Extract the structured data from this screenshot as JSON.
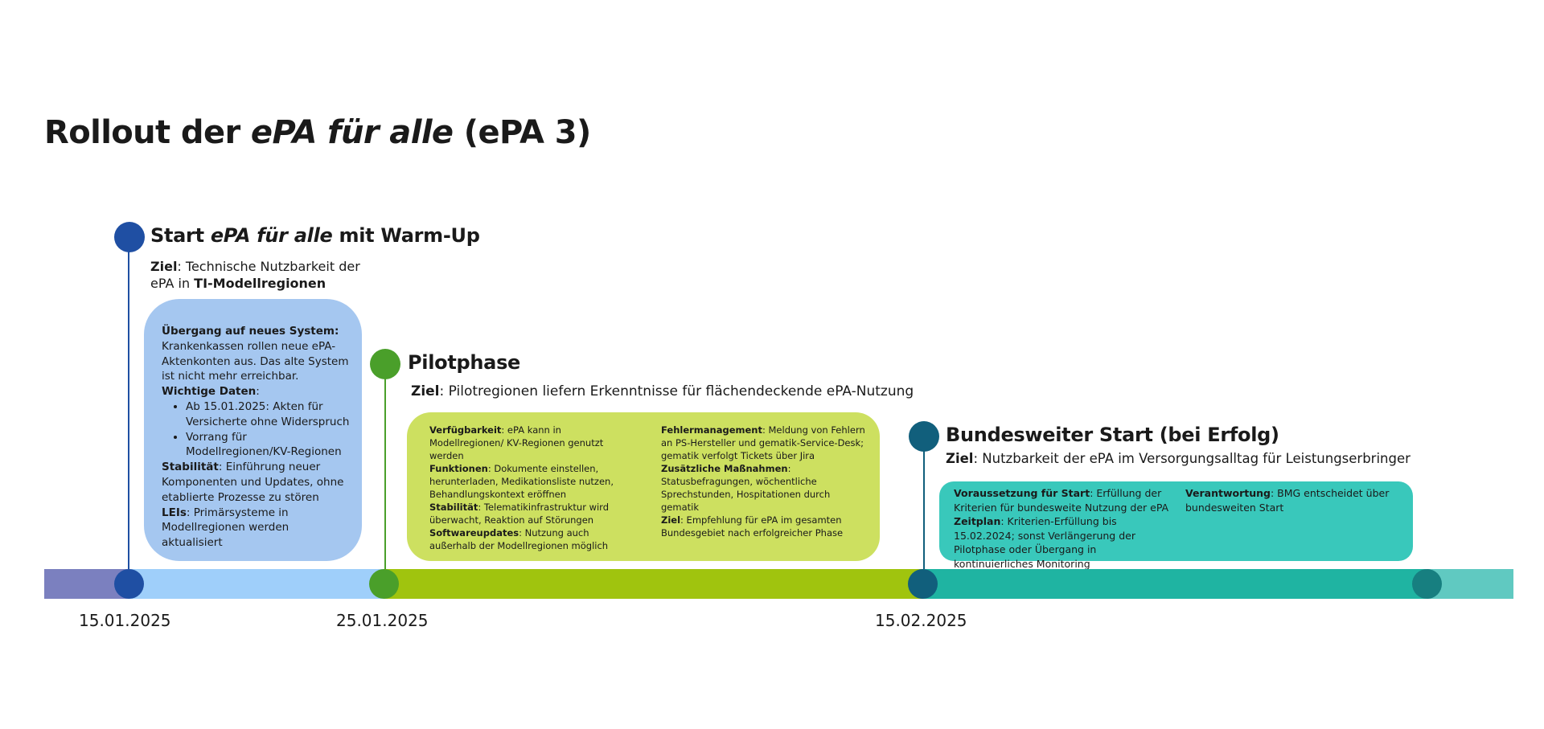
{
  "title": {
    "before": "Rollout der ",
    "italic": "ePA für alle",
    "after": " (ePA 3)"
  },
  "colors": {
    "phase1_dark": "#1f4fa3",
    "phase1_box": "#a5c7f0",
    "phase2_dark": "#4a9f2a",
    "phase2_box": "#cde060",
    "phase3_dark": "#115f7c",
    "phase3_box": "#39c8bb",
    "bar_left": "#7b80bf",
    "bar_phase1": "#9fcffa",
    "bar_phase2": "#a0c40e",
    "bar_phase3": "#1fb4a2",
    "bar_end": "#60c9c1",
    "end_dot": "#177f80"
  },
  "phase1": {
    "title_before": "Start ",
    "title_italic": "ePA für alle",
    "title_after": " mit Warm-Up",
    "goal_label": "Ziel",
    "goal_text_1": ": Technische Nutzbarkeit der",
    "goal_text_2": "ePA in ",
    "goal_bold": "TI-Modellregionen",
    "box": {
      "transition_label": "Übergang auf neues System:",
      "transition_text": "Krankenkassen rollen neue ePA-Aktenkonten aus. Das alte System ist nicht mehr erreichbar.",
      "dates_label": "Wichtige Daten",
      "dates_colon": ":",
      "bullets": [
        "Ab 15.01.2025: Akten für Versicherte ohne Widerspruch",
        "Vorrang für Modellregionen/KV-Regionen"
      ],
      "stability_label": "Stabilität",
      "stability_text": ": Einführung neuer Komponenten und Updates, ohne etablierte Prozesse zu stören",
      "leis_label": "LEIs",
      "leis_text": ": Primärsysteme in Modellregionen werden aktualisiert"
    }
  },
  "phase2": {
    "title": "Pilotphase",
    "goal_label": "Ziel",
    "goal_text": ": Pilotregionen liefern Erkenntnisse für flächendeckende ePA-Nutzung",
    "box": {
      "left": [
        {
          "label": "Verfügbarkeit",
          "text": ": ePA kann in Modellregionen/ KV-Regionen genutzt werden"
        },
        {
          "label": "Funktionen",
          "text": ": Dokumente einstellen, herunterladen, Medikationsliste nutzen, Behandlungskontext eröffnen"
        },
        {
          "label": "Stabilität",
          "text": ": Telematikinfrastruktur wird überwacht, Reaktion auf Störungen"
        },
        {
          "label": "Softwareupdates",
          "text": ": Nutzung auch außerhalb der Modellregionen möglich"
        }
      ],
      "right": [
        {
          "label": "Fehlermanagement",
          "text": ": Meldung von Fehlern an PS-Hersteller und gematik-Service-Desk; gematik verfolgt Tickets über Jira"
        },
        {
          "label": "Zusätzliche Maßnahmen",
          "text": ": Statusbefragungen, wöchentliche Sprechstunden, Hospitationen durch gematik"
        },
        {
          "label": "Ziel",
          "text": ": Empfehlung für ePA im gesamten Bundesgebiet nach erfolgreicher Phase"
        }
      ]
    }
  },
  "phase3": {
    "title": "Bundesweiter Start (bei Erfolg)",
    "goal_label": "Ziel",
    "goal_text": ": Nutzbarkeit der ePA im Versorgungsalltag für Leistungserbringer",
    "box": {
      "left": [
        {
          "label": "Voraussetzung für Start",
          "text": ": Erfüllung der Kriterien für bundesweite Nutzung der ePA"
        },
        {
          "label": "Zeitplan",
          "text": ": Kriterien-Erfüllung bis 15.02.2024; sonst Verlängerung der Pilotphase oder Übergang in kontinuierliches Monitoring"
        }
      ],
      "right": [
        {
          "label": "Verantwortung",
          "text": ": BMG entscheidet über bundesweiten Start"
        }
      ]
    }
  },
  "dates": [
    "15.01.2025",
    "25.01.2025",
    "15.02.2025"
  ]
}
